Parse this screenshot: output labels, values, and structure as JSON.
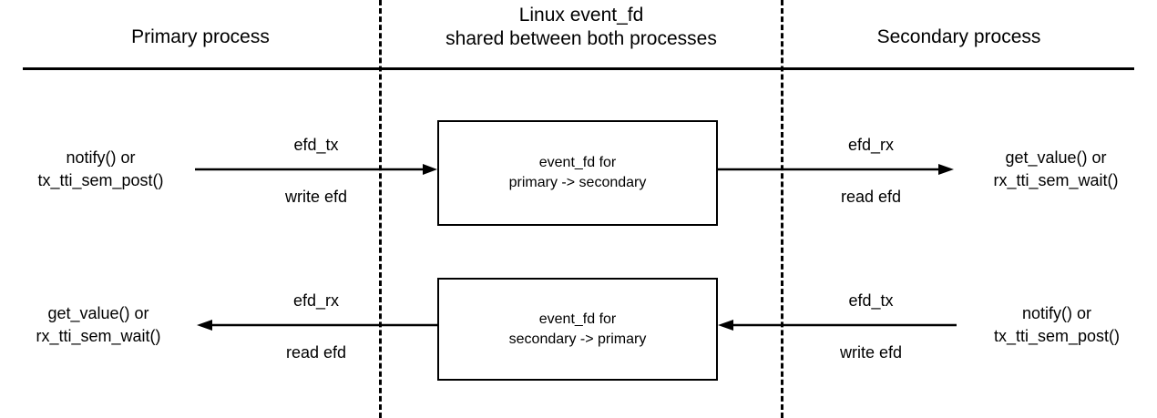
{
  "diagram": {
    "columns": [
      {
        "id": "primary",
        "title": "Primary process"
      },
      {
        "id": "shared",
        "title": "Linux event_fd\nshared between both processes"
      },
      {
        "id": "secondary",
        "title": "Secondary process"
      }
    ],
    "boxes": [
      {
        "id": "p2s",
        "label": "event_fd for\nprimary -> secondary"
      },
      {
        "id": "s2p",
        "label": "event_fd for\nsecondary -> primary"
      }
    ],
    "endpoints": {
      "primary_tx": "notify() or\ntx_tti_sem_post()",
      "secondary_rx": "get_value() or\nrx_tti_sem_wait()",
      "primary_rx": "get_value() or\nrx_tti_sem_wait()",
      "secondary_tx": "notify() or\ntx_tti_sem_post()"
    },
    "arrows": [
      {
        "id": "p2s-left",
        "direction": "right",
        "label_above": "efd_tx",
        "label_below": "write efd"
      },
      {
        "id": "p2s-right",
        "direction": "right",
        "label_above": "efd_rx",
        "label_below": "read efd"
      },
      {
        "id": "s2p-left",
        "direction": "left",
        "label_above": "efd_rx",
        "label_below": "read efd"
      },
      {
        "id": "s2p-right",
        "direction": "left",
        "label_above": "efd_tx",
        "label_below": "write efd"
      }
    ],
    "colors": {
      "stroke": "#000000",
      "background": "#ffffff",
      "text": "#000000"
    }
  }
}
